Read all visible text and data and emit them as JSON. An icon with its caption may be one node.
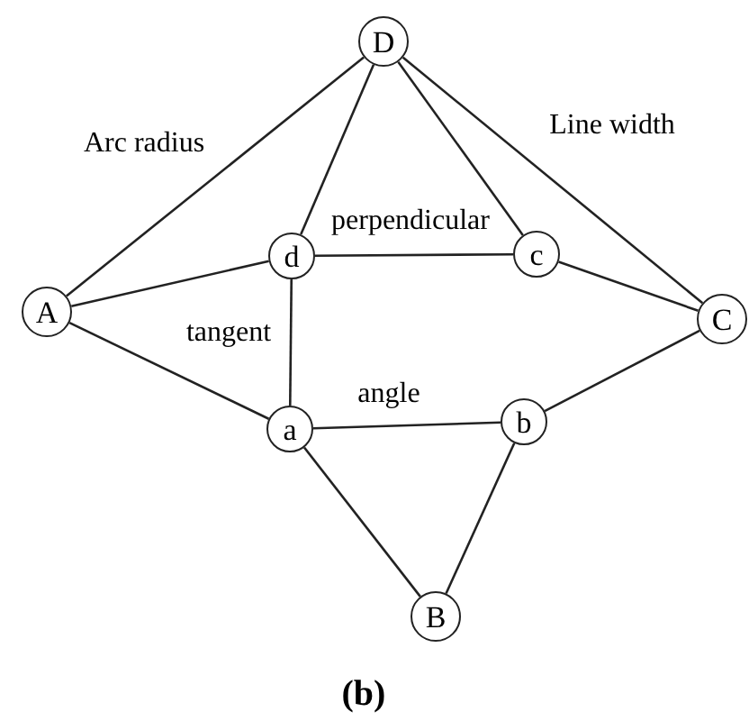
{
  "diagram": {
    "caption": "(b)",
    "nodes": [
      {
        "text": [
          "D"
        ]
      },
      {
        "text": [
          "A"
        ]
      },
      {
        "text": [
          "d"
        ]
      },
      {
        "text": [
          "c"
        ]
      },
      {
        "text": [
          "C"
        ]
      },
      {
        "text": [
          "a"
        ]
      },
      {
        "text": [
          "b"
        ]
      },
      {
        "text": [
          "B"
        ]
      }
    ],
    "edges": [
      {
        "from": 0,
        "to": 1,
        "arrow": "none",
        "label": "Arc radius"
      },
      {
        "from": 0,
        "to": 2,
        "arrow": "none"
      },
      {
        "from": 0,
        "to": 3,
        "arrow": "none"
      },
      {
        "from": 0,
        "to": 4,
        "arrow": "none",
        "label": "Line width"
      },
      {
        "from": 1,
        "to": 2,
        "arrow": "none"
      },
      {
        "from": 1,
        "to": 5,
        "arrow": "none"
      },
      {
        "from": 2,
        "to": 3,
        "arrow": "none",
        "label": "perpendicular"
      },
      {
        "from": 2,
        "to": 5,
        "arrow": "none",
        "label": "tangent"
      },
      {
        "from": 3,
        "to": 4,
        "arrow": "none"
      },
      {
        "from": 4,
        "to": 6,
        "arrow": "none"
      },
      {
        "from": 5,
        "to": 6,
        "arrow": "none",
        "label": "angle"
      },
      {
        "from": 5,
        "to": 7,
        "arrow": "none"
      },
      {
        "from": 6,
        "to": 7,
        "arrow": "none"
      }
    ]
  }
}
